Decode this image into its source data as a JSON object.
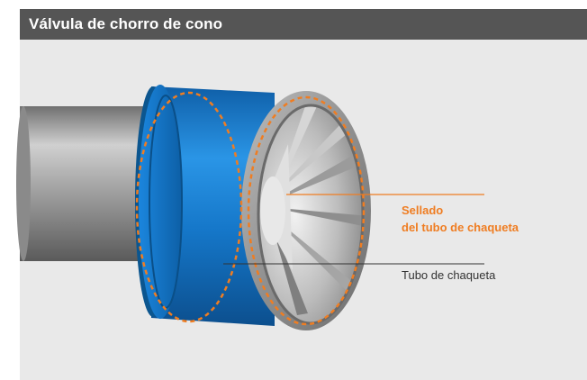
{
  "header": {
    "title": "Válvula de chorro de cono"
  },
  "labels": {
    "seal_line1": "Sellado",
    "seal_line2": "del tubo de chaqueta",
    "tube": "Tubo de chaqueta"
  },
  "colors": {
    "header_bg": "#555555",
    "panel_bg": "#e9e9e9",
    "jacket_blue": "#1a7fd4",
    "seal_orange": "#ef7d22",
    "pipe_gray": "#9a9a9a"
  }
}
